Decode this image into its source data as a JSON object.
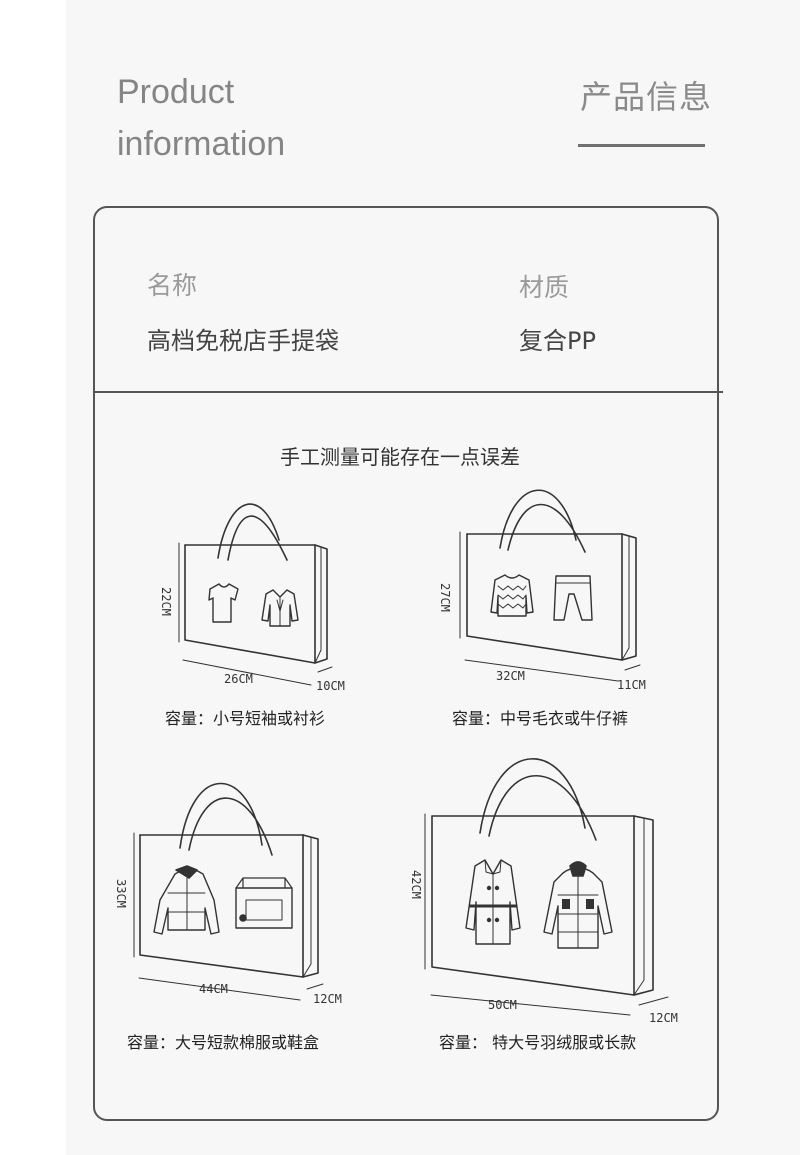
{
  "header": {
    "title_en_line1": "Product",
    "title_en_line2": "information",
    "title_cn": "产品信息"
  },
  "info": {
    "name_label": "名称",
    "name_value": "高档免税店手提袋",
    "material_label": "材质",
    "material_value": "复合PP"
  },
  "note": "手工测量可能存在一点误差",
  "bags": [
    {
      "height": "22CM",
      "width": "26CM",
      "depth": "10CM",
      "capacity": "容量：小号短袖或衬衫",
      "icons": [
        "tshirt-icon",
        "shirt-icon"
      ]
    },
    {
      "height": "27CM",
      "width": "32CM",
      "depth": "11CM",
      "capacity": "容量：中号毛衣或牛仔裤",
      "icons": [
        "sweater-icon",
        "pants-icon"
      ]
    },
    {
      "height": "33CM",
      "width": "44CM",
      "depth": "12CM",
      "capacity": "容量：大号短款棉服或鞋盒",
      "icons": [
        "puffer-jacket-icon",
        "shoe-box-icon"
      ]
    },
    {
      "height": "42CM",
      "width": "50CM",
      "depth": "12CM",
      "capacity": "容量： 特大号羽绒服或长款",
      "icons": [
        "trench-coat-icon",
        "down-coat-icon"
      ]
    }
  ]
}
